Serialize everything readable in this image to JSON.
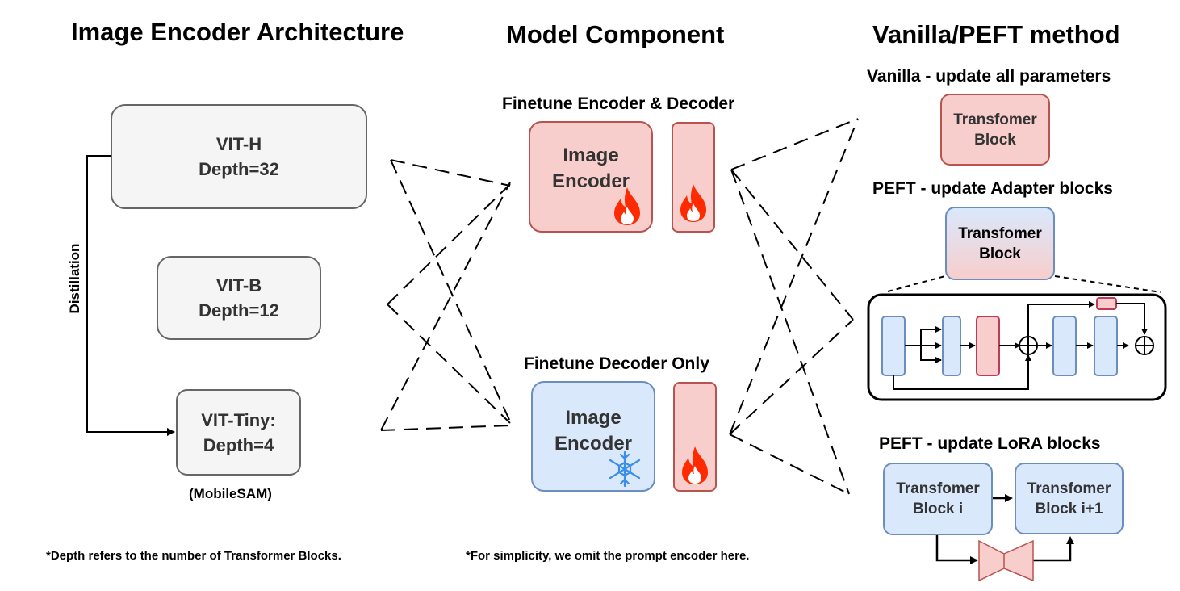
{
  "headings": {
    "left": "Image Encoder Architecture",
    "middle": "Model Component",
    "right": "Vanilla/PEFT method"
  },
  "encoders": {
    "vit_h": [
      "VIT-H",
      "Depth=32"
    ],
    "vit_b": [
      "VIT-B",
      "Depth=12"
    ],
    "vit_tiny": [
      "VIT-Tiny:",
      "Depth=4"
    ],
    "mobilesam": "(MobileSAM)",
    "distillation": "Distillation"
  },
  "components": {
    "finetune_both": {
      "title": "Finetune Encoder & Decoder",
      "encoder": [
        "Image",
        "Encoder"
      ],
      "encoder_icon": "fire-icon",
      "decoder_icon": "fire-icon"
    },
    "finetune_decoder": {
      "title": "Finetune Decoder Only",
      "encoder": [
        "Image",
        "Encoder"
      ],
      "encoder_icon": "snowflake-icon",
      "decoder_icon": "fire-icon"
    }
  },
  "methods": {
    "vanilla": {
      "title": "Vanilla - update all parameters",
      "block": [
        "Transfomer",
        "Block"
      ]
    },
    "adapter": {
      "title": "PEFT - update Adapter blocks",
      "block": [
        "Transfomer",
        "Block"
      ]
    },
    "lora": {
      "title": "PEFT - update LoRA blocks",
      "block_i": [
        "Transfomer",
        "Block i"
      ],
      "block_i1": [
        "Transfomer",
        "Block i+1"
      ]
    }
  },
  "notes": {
    "depth": "*Depth refers to the number of Transformer Blocks.",
    "simplicity": "*For simplicity, we omit the prompt encoder here."
  },
  "colors": {
    "red_fill": "#f8cecc",
    "red_stroke": "#b85450",
    "blue_fill": "#dae8fc",
    "blue_stroke": "#6c8ebf",
    "gray_fill": "#f5f5f5",
    "gray_stroke": "#666666",
    "flame": "#ff2a00",
    "snowflake": "#3c8ee8"
  }
}
